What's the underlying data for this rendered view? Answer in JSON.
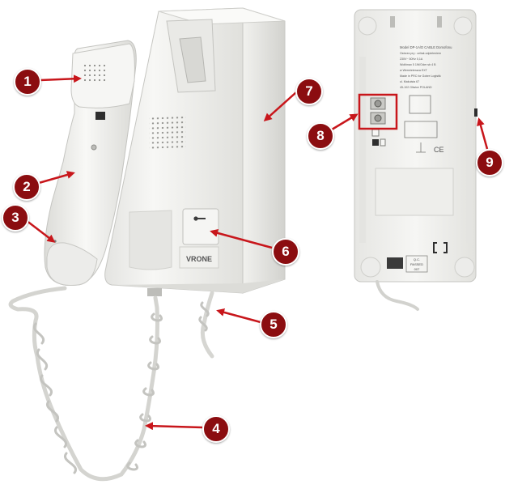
{
  "product": {
    "brand": "VRONE"
  },
  "back_label": {
    "lines": [
      "Model DP-1A/D CABLE Domofonu",
      "Ostrzez pry : celiak odpieleniem",
      "230V~ 50Hz 0,1A",
      "Wolt/max 5 1W/Oder sb 4 B",
      "w Wermieteraza EXT",
      "Made in PRC for Gobre Logistik",
      "ul. Makulsta 67",
      "45-102 Gliwice POLAND"
    ],
    "qc_stamp": [
      "Q.C.",
      "PASSED",
      "007"
    ]
  },
  "callouts": [
    {
      "number": "1"
    },
    {
      "number": "2"
    },
    {
      "number": "3"
    },
    {
      "number": "4"
    },
    {
      "number": "5"
    },
    {
      "number": "6"
    },
    {
      "number": "7"
    },
    {
      "number": "8"
    },
    {
      "number": "9"
    }
  ],
  "colors": {
    "callout_fill": "#8b0d10",
    "arrow": "#c8161b",
    "highlight_box": "#c8161b",
    "device_body": "#f2f2f0",
    "device_shadow": "#d6d6d3"
  }
}
